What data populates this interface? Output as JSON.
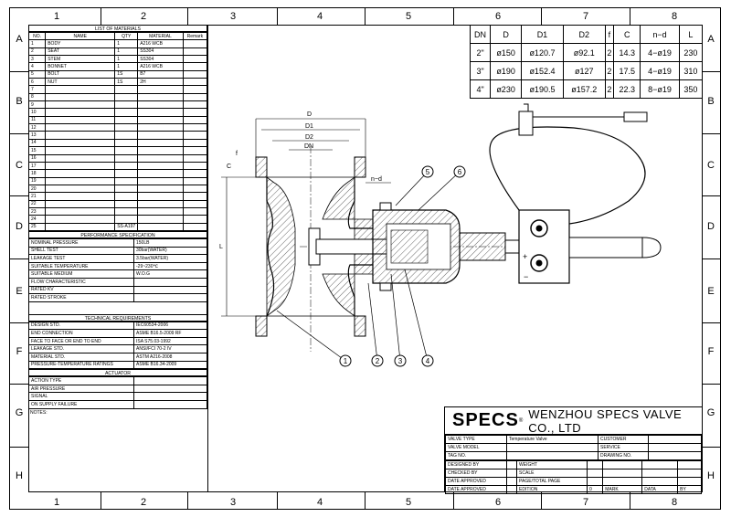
{
  "grid": {
    "columns": [
      "1",
      "2",
      "3",
      "4",
      "5",
      "6",
      "7",
      "8"
    ],
    "rows": [
      "A",
      "B",
      "C",
      "D",
      "E",
      "F",
      "G",
      "H"
    ]
  },
  "materials": {
    "title": "LIST OF MATERIALS",
    "headers": [
      "NO.",
      "NAME",
      "QTY",
      "MATERIAL",
      "Remark"
    ],
    "rows": [
      [
        "1",
        "BODY",
        "1",
        "A216 WCB",
        ""
      ],
      [
        "2",
        "SEAT",
        "1",
        "SS304",
        ""
      ],
      [
        "3",
        "STEM",
        "1",
        "SS304",
        ""
      ],
      [
        "4",
        "BONNET",
        "1",
        "A216 WCB",
        ""
      ],
      [
        "5",
        "BOLT",
        "1S",
        "B7",
        ""
      ],
      [
        "6",
        "NUT",
        "1S",
        "2H",
        ""
      ],
      [
        "7",
        "",
        "",
        "",
        ""
      ],
      [
        "8",
        "",
        "",
        "",
        ""
      ],
      [
        "9",
        "",
        "",
        "",
        ""
      ],
      [
        "10",
        "",
        "",
        "",
        ""
      ],
      [
        "11",
        "",
        "",
        "",
        ""
      ],
      [
        "12",
        "",
        "",
        "",
        ""
      ],
      [
        "13",
        "",
        "",
        "",
        ""
      ],
      [
        "14",
        "",
        "",
        "",
        ""
      ],
      [
        "15",
        "",
        "",
        "",
        ""
      ],
      [
        "16",
        "",
        "",
        "",
        ""
      ],
      [
        "17",
        "",
        "",
        "",
        ""
      ],
      [
        "18",
        "",
        "",
        "",
        ""
      ],
      [
        "19",
        "",
        "",
        "",
        ""
      ],
      [
        "20",
        "",
        "",
        "",
        ""
      ],
      [
        "21",
        "",
        "",
        "",
        ""
      ],
      [
        "22",
        "",
        "",
        "",
        ""
      ],
      [
        "23",
        "",
        "",
        "",
        ""
      ],
      [
        "24",
        "",
        "",
        "",
        ""
      ],
      [
        "25",
        "",
        "SS-A197",
        "",
        ""
      ]
    ]
  },
  "performance": {
    "title": "PERFORMANCE SPECIFICATION",
    "rows": [
      [
        "NOMINAL PRESSURE",
        "150LB"
      ],
      [
        "SHELL TEST",
        "30bar(WATER)"
      ],
      [
        "LEAKAGE TEST",
        "3.5bar(WATER)"
      ],
      [
        "SUITABLE TEMPERATURE",
        "-29~230℃"
      ],
      [
        "SUITABLE MEDIUM",
        "W.O.G"
      ],
      [
        "FLOW CHARACTERISTIC",
        ""
      ],
      [
        "RATED KV",
        ""
      ],
      [
        "RATED STROKE",
        ""
      ]
    ]
  },
  "technical": {
    "title": "TECHNICAL REQUIREMENTS",
    "rows": [
      [
        "DESIGN STD.",
        "IEC60534-2006"
      ],
      [
        "END CONNECTION",
        "ASME B16.5-2009 RF"
      ],
      [
        "FACE TO FACE OR END TO END",
        "ISA S75.03-1992"
      ],
      [
        "LEAKAGE STD.",
        "ANSI/FCI 70-2 IV"
      ],
      [
        "MATERIAL STD.",
        "ASTM A216-2008"
      ],
      [
        "PRESSURE-TEMPERATURE RATINGS",
        "ASME B16.34-2009"
      ]
    ]
  },
  "actuator": {
    "title": "ACTUATOR",
    "rows": [
      [
        "ACTION TYPE",
        ""
      ],
      [
        "AIR PRESSURE",
        ""
      ],
      [
        "SIGNAL",
        ""
      ],
      [
        "ON SUPPLY FAILURE",
        ""
      ]
    ],
    "notes_label": "NOTES:"
  },
  "dimensions": {
    "headers": [
      "DN",
      "D",
      "D1",
      "D2",
      "f",
      "C",
      "n−d",
      "L"
    ],
    "rows": [
      [
        "2\"",
        "ø150",
        "ø120.7",
        "ø92.1",
        "2",
        "14.3",
        "4−ø19",
        "230"
      ],
      [
        "3\"",
        "ø190",
        "ø152.4",
        "ø127",
        "2",
        "17.5",
        "4−ø19",
        "310"
      ],
      [
        "4\"",
        "ø230",
        "ø190.5",
        "ø157.2",
        "2",
        "22.3",
        "8−ø19",
        "350"
      ]
    ]
  },
  "drawing": {
    "dim_labels": {
      "D": "D",
      "D1": "D1",
      "D2": "D2",
      "DN": "DN",
      "L": "L",
      "C": "C",
      "f": "f",
      "nd": "n−d"
    },
    "callouts": [
      "1",
      "2",
      "3",
      "4",
      "5",
      "6"
    ],
    "plus": "+",
    "minus": "−"
  },
  "title_block": {
    "brand": "SPECS",
    "registered": "®",
    "company": "WENZHOU SPECS VALVE CO., LTD",
    "fields_left": [
      [
        "VALVE TYPE",
        "Temperature Valve"
      ],
      [
        "VALVE MODEL",
        ""
      ],
      [
        "TAG NO.",
        ""
      ]
    ],
    "fields_right": [
      [
        "CUSTOMER",
        ""
      ],
      [
        "SERVICE",
        ""
      ],
      [
        "DRAWING NO.",
        ""
      ]
    ],
    "sign_rows": [
      [
        "DESIGNED BY",
        "",
        "WEIGHT",
        ""
      ],
      [
        "CHECKED BY",
        "",
        "SCALE",
        ""
      ],
      [
        "DATE APPROVED",
        "",
        "PAGE/TOTAL PAGE",
        ""
      ],
      [
        "DATE APPROVED",
        "",
        "EDITION",
        "0"
      ]
    ],
    "revision_headers": [
      "MARK",
      "DATA",
      "BY"
    ]
  }
}
